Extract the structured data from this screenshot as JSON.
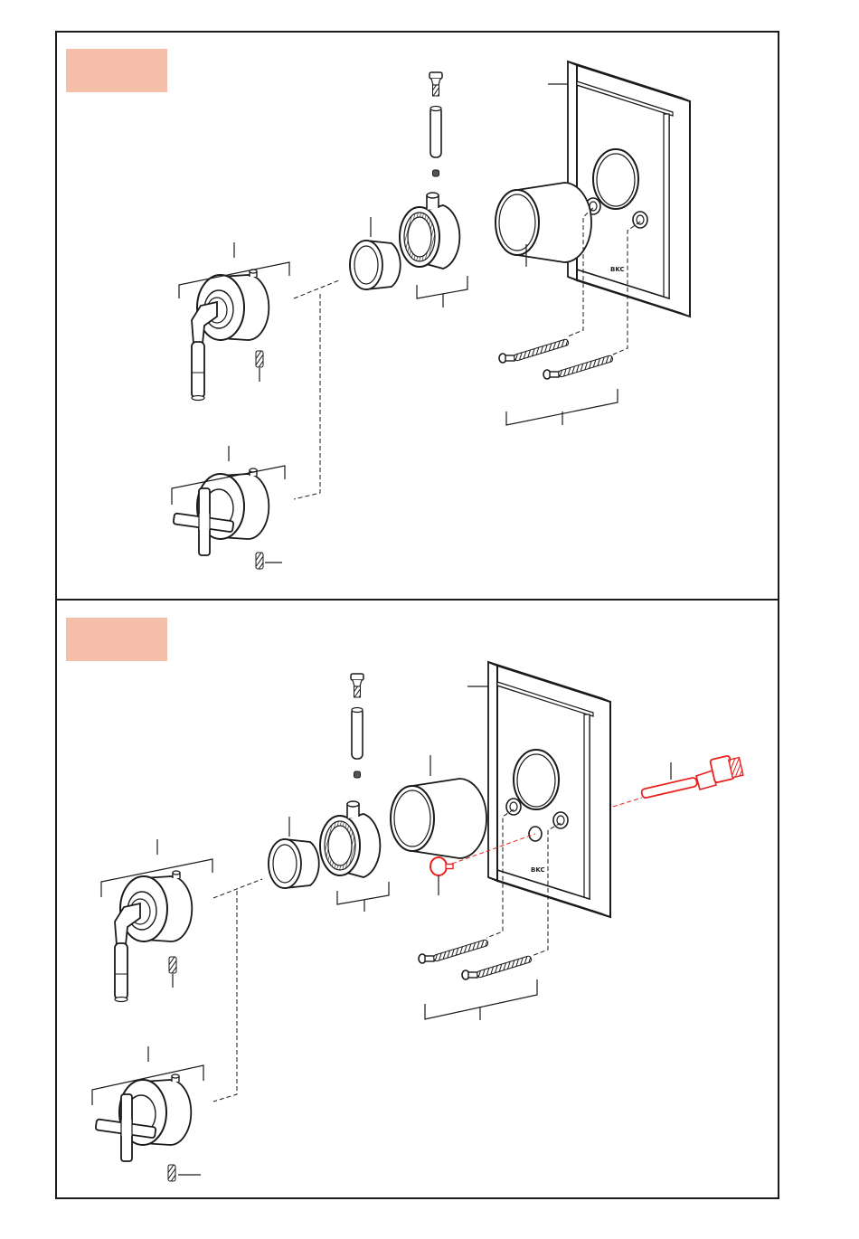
{
  "panels": [
    {
      "id": "panel-1",
      "label": "",
      "label_color": "#f6bfa9"
    },
    {
      "id": "panel-2",
      "label": "",
      "label_color": "#f6bfa9"
    }
  ],
  "plate_logo": "BKC",
  "colors": {
    "line": "#1a1a1a",
    "highlight": "#e8221e",
    "label_box": "#f6bfa9"
  },
  "icons": [
    "lever-handle-icon",
    "cross-handle-icon",
    "set-screw-icon",
    "bushing-ring-icon",
    "knurled-adapter-icon",
    "sleeve-icon",
    "escutcheon-plate-icon",
    "mounting-screw-icon",
    "stop-screw-icon",
    "cartridge-stem-icon"
  ]
}
